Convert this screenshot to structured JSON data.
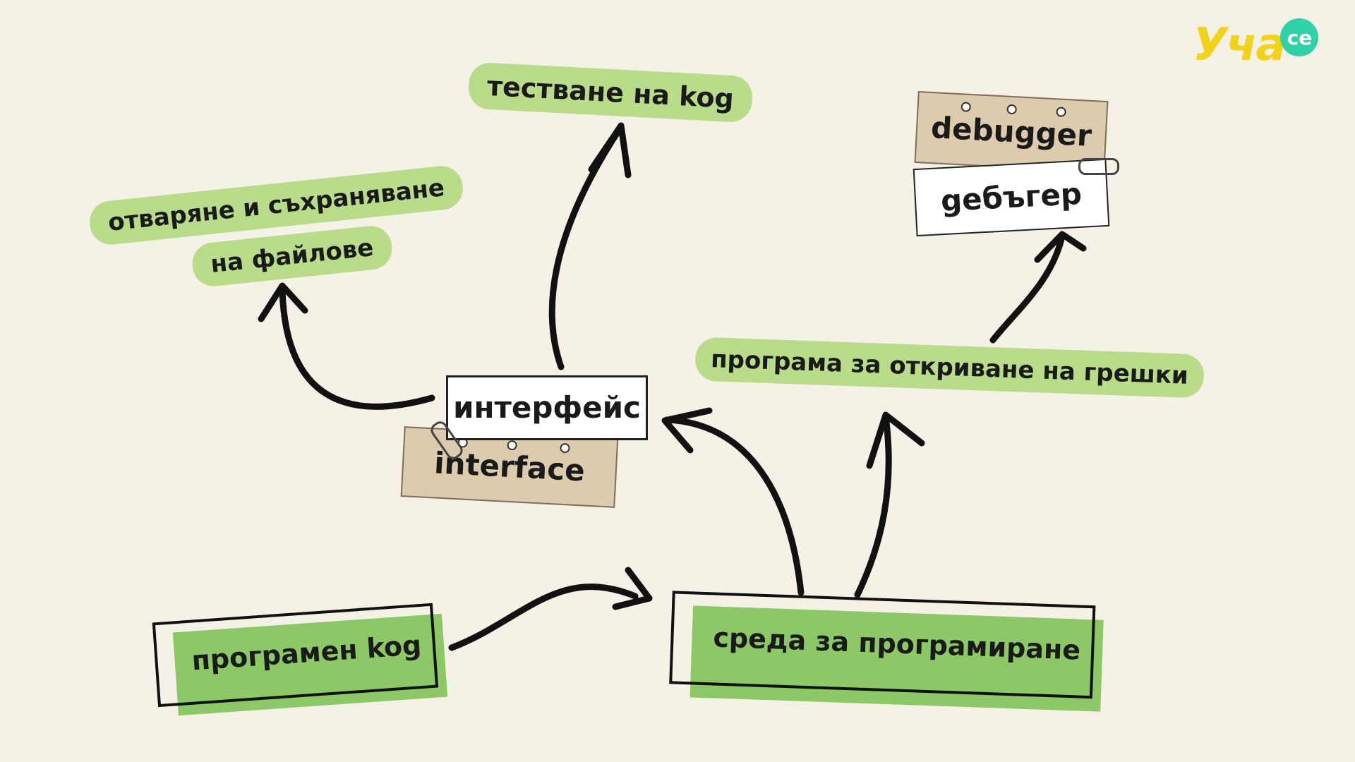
{
  "logo": {
    "text": "Уча",
    "badge": "се"
  },
  "nodes": {
    "code_testing": "тестване на kog",
    "open_save_line1": "отваряне и съхраняване",
    "open_save_line2": "на файлове",
    "interface_bg": "интерфейс",
    "interface_en": "interface",
    "debugger_en": "debugger",
    "debugger_bg": "gебъгер",
    "error_finder": "програма за откриване на грешки",
    "source_code": "програмен kog",
    "ide": "среда за програмиране"
  },
  "colors": {
    "background": "#f6f1e7",
    "highlight": "#b9dc8a",
    "box_fill": "#8cc866",
    "paper_tan": "#dccbad",
    "logo_yellow": "#f3d21a",
    "logo_teal": "#2fd1a8"
  }
}
